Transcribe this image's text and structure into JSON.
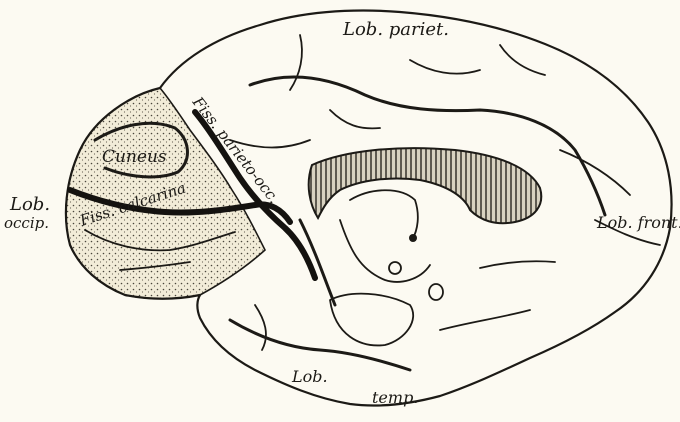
{
  "labels": {
    "lob_pariet": "Lob. pariet.",
    "lob_front": "Lob. front.",
    "lob_occip_line1": "Lob.",
    "lob_occip_line2": "occip.",
    "cuneus": "Cuneus",
    "fiss_parieto_occ": "Fiss. parieto-occ.",
    "fiss_calcarina": "Fiss. calcarina",
    "lob_temp_line1": "Lob.",
    "lob_temp_line2": "temp."
  }
}
